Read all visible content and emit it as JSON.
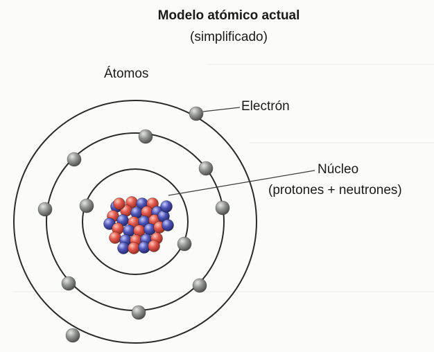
{
  "title": "Modelo atómico actual",
  "subtitle": "(simplificado)",
  "labels": {
    "atoms": "Átomos",
    "electron": "Electrón",
    "nucleus": "Núcleo",
    "nucleus_detail": "(protones + neutrones)"
  },
  "colors": {
    "orbit": "#2a2a2a",
    "electron": "#8f918c",
    "proton": "#e2574a",
    "neutron": "#4f56b8"
  }
}
